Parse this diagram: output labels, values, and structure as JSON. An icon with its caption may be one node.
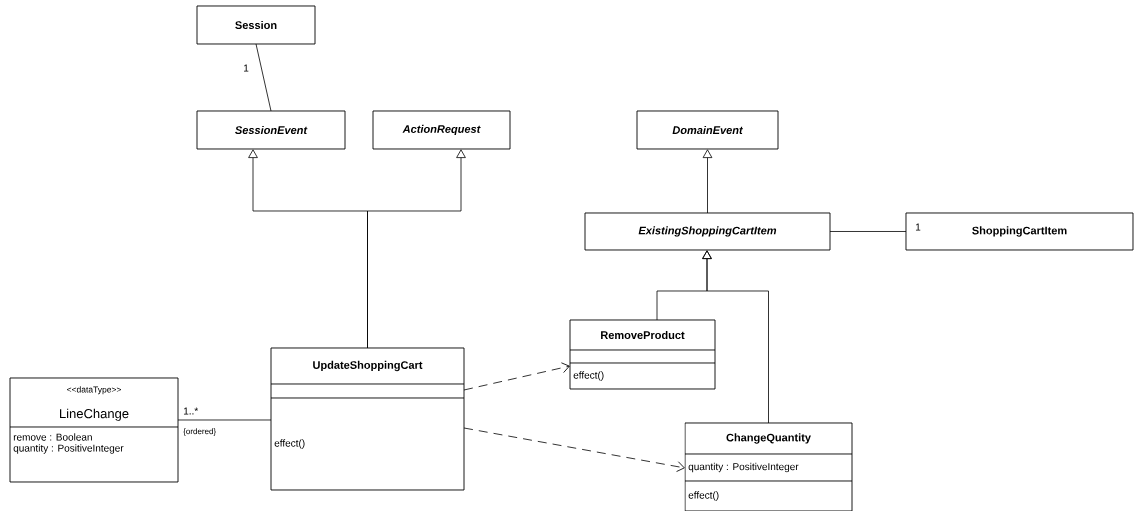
{
  "diagram": {
    "nodes": [
      {
        "text": [
          "Session"
        ]
      },
      {
        "text": [
          "SessionEvent"
        ]
      },
      {
        "text": [
          "ActionRequest"
        ]
      },
      {
        "text": [
          "DomainEvent"
        ]
      },
      {
        "text": [
          "ExistingShoppingCartItem"
        ]
      },
      {
        "text": [
          "ShoppingCartItem"
        ]
      },
      {
        "text": [
          "UpdateShoppingCart",
          "effect()"
        ]
      },
      {
        "text": [
          "RemoveProduct",
          "effect()"
        ]
      },
      {
        "text": [
          "ChangeQuantity",
          "quantity : PositiveInteger",
          "effect()"
        ]
      },
      {
        "text": [
          "<<dataType>>",
          "LineChange",
          "remove : Boolean",
          "quantity : PositiveInteger"
        ]
      }
    ],
    "edges": [
      {
        "from": 0,
        "to": 1,
        "arrow": "none",
        "label": "1"
      },
      {
        "from": 6,
        "to": 1,
        "arrow": "to"
      },
      {
        "from": 6,
        "to": 2,
        "arrow": "to"
      },
      {
        "from": 4,
        "to": 3,
        "arrow": "to"
      },
      {
        "from": 7,
        "to": 4,
        "arrow": "to"
      },
      {
        "from": 8,
        "to": 4,
        "arrow": "to"
      },
      {
        "from": 4,
        "to": 5,
        "arrow": "none",
        "label": "1"
      },
      {
        "from": 9,
        "to": 6,
        "arrow": "none",
        "label": "1..*"
      },
      {
        "from": 6,
        "to": 7,
        "arrow": "to",
        "style": "dashed"
      },
      {
        "from": 6,
        "to": 8,
        "arrow": "to",
        "style": "dashed"
      }
    ],
    "labels": [
      "{ordered}"
    ]
  }
}
